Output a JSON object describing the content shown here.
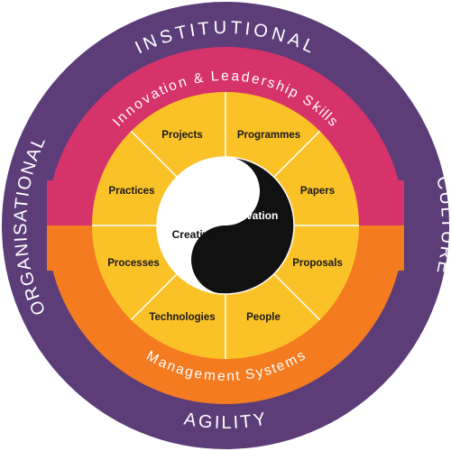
{
  "outer_ring": {
    "top": "INSTITUTIONAL",
    "left": "ORGANISATIONAL",
    "right": "CULTURE",
    "bottom": "AGILITY"
  },
  "upper_band": {
    "label": "Innovation & Leadership Skills"
  },
  "lower_band": {
    "label": "Management Systems"
  },
  "segments": [
    "Projects",
    "Programmes",
    "Papers",
    "Proposals",
    "People",
    "Technologies",
    "Processes",
    "Practices"
  ],
  "core": {
    "dark_label": "Innovation",
    "light_label": "Creativity"
  },
  "colors": {
    "outer_ring": "#5c3d78",
    "upper_band": "#d7336b",
    "lower_band": "#f47b20",
    "segments": "#fbc227",
    "segment_lines": "#ffffff",
    "yin": "#111111",
    "yang": "#ffffff"
  }
}
